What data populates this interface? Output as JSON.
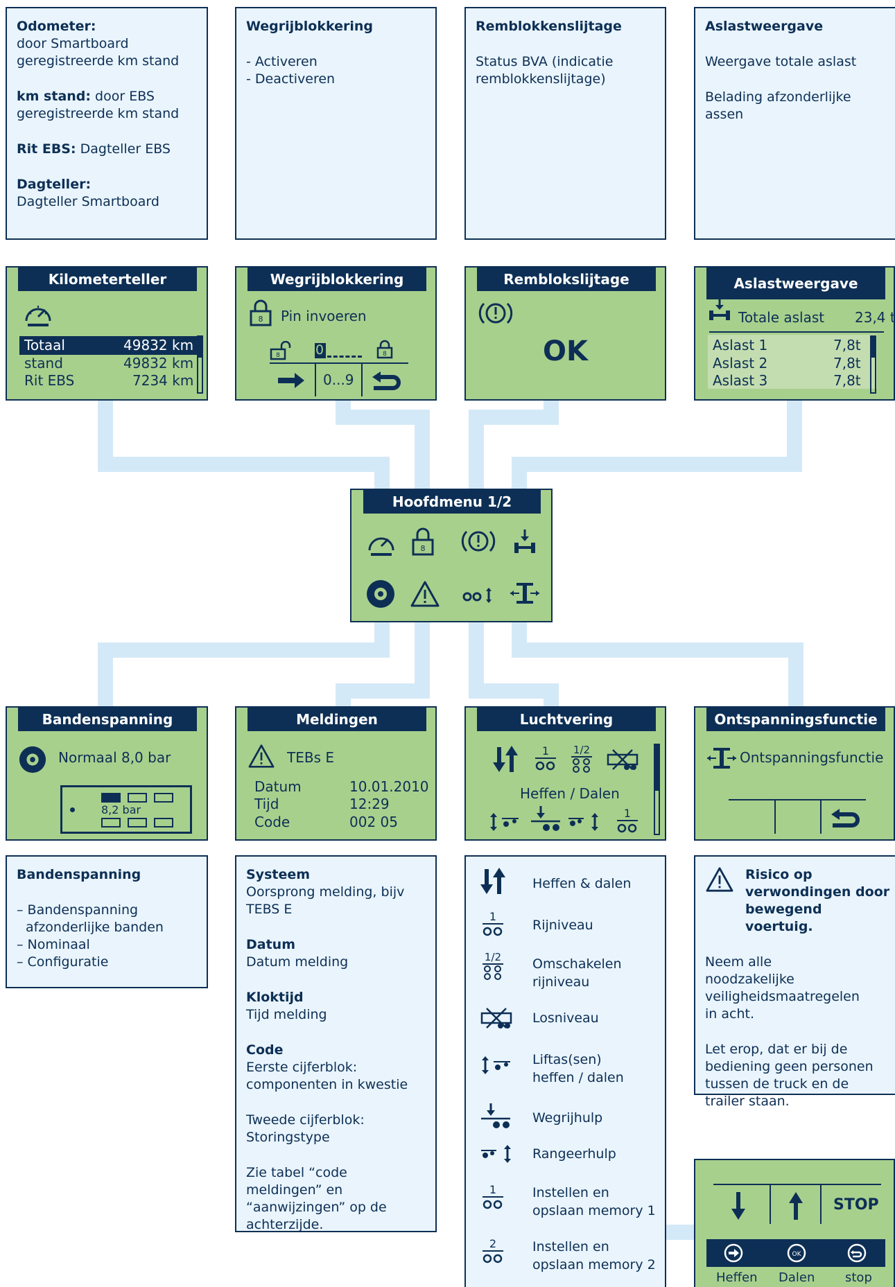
{
  "top_boxes": {
    "odometer": {
      "entries": [
        {
          "label": "Odometer:",
          "text": "door Smartboard geregistreerde km stand"
        },
        {
          "label": "km stand:",
          "text": "door EBS geregistreerde km stand"
        },
        {
          "label": "Rit EBS:",
          "text": "Dagteller EBS"
        },
        {
          "label": "Dagteller:",
          "text": "Dagteller Smartboard"
        }
      ]
    },
    "wegrij": {
      "title": "Wegrijblokkering",
      "lines": [
        "- Activeren",
        "- Deactiveren"
      ]
    },
    "remblok": {
      "title": "Remblokkenslijtage",
      "text": "Status BVA (indicatie remblokkenslijtage)"
    },
    "aslast": {
      "title": "Aslastweergave",
      "lines": [
        "Weergave totale aslast",
        "Belading afzonderlijke assen"
      ]
    }
  },
  "screens": {
    "kilometer": {
      "title": "Kilometerteller",
      "rows": [
        {
          "label": "Totaal",
          "value": "49832 km"
        },
        {
          "label": "stand",
          "value": "49832 km"
        },
        {
          "label": "Rit EBS",
          "value": "7234 km"
        }
      ]
    },
    "wegrij": {
      "title": "Wegrijblokkering",
      "prompt": "Pin invoeren",
      "pin": "0",
      "range": "0...9"
    },
    "remblok": {
      "title": "Remblokslijtage",
      "status": "OK"
    },
    "aslast": {
      "title": "Aslastweergave",
      "total_label": "Totale aslast",
      "total_value": "23,4 t",
      "rows": [
        {
          "label": "Aslast 1",
          "value": "7,8t"
        },
        {
          "label": "Aslast 2",
          "value": "7,8t"
        },
        {
          "label": "Aslast 3",
          "value": "7,8t"
        }
      ]
    },
    "hoofdmenu": {
      "title": "Hoofdmenu 1/2"
    },
    "banden": {
      "title": "Bandenspanning",
      "status": "Normaal 8,0 bar",
      "pressure": "8,2 bar"
    },
    "meldingen": {
      "title": "Meldingen",
      "source": "TEBs E",
      "rows": [
        {
          "label": "Datum",
          "value": "10.01.2010"
        },
        {
          "label": "Tijd",
          "value": "12:29"
        },
        {
          "label": "Code",
          "value": "002  05"
        }
      ]
    },
    "lucht": {
      "title": "Luchtvering",
      "caption": "Heffen / Dalen",
      "frac1": "1",
      "frac_half": "1/2"
    },
    "ontspanning": {
      "title": "Ontspanningsfunctie",
      "label": "Ontspanningsfunctie"
    },
    "remote": {
      "stop": "STOP",
      "ok": "OK",
      "labels": [
        "Heffen",
        "Dalen",
        "stop"
      ]
    }
  },
  "bottom_boxes": {
    "banden": {
      "title": "Bandenspanning",
      "lines": [
        "– Bandenspanning",
        "afzonderlijke banden",
        "– Nominaal",
        "– Configuratie"
      ]
    },
    "meldingen": {
      "entries": [
        {
          "label": "Systeem",
          "text": "Oorsprong melding, bijv TEBS E"
        },
        {
          "label": "Datum",
          "text": "Datum melding"
        },
        {
          "label": "Kloktijd",
          "text": "Tijd melding"
        },
        {
          "label": "Code",
          "text": "Eerste cijferblok: componenten in kwestie"
        }
      ],
      "extra": [
        "Tweede cijferblok: Storingstype",
        "Zie tabel “code meldingen” en “aanwijzingen” op de achterzijde."
      ]
    },
    "lucht_legend": [
      {
        "icon": "lift-lower-icon",
        "text": "Heffen & dalen"
      },
      {
        "icon": "ride-level-1-icon",
        "text": "Rijniveau",
        "num": "1"
      },
      {
        "icon": "ride-level-half-icon",
        "text": "Omschakelen rijniveau",
        "num": "1/2"
      },
      {
        "icon": "unload-level-icon",
        "text": "Losniveau"
      },
      {
        "icon": "lift-axle-icon",
        "text": "Liftas(sen) heffen / dalen"
      },
      {
        "icon": "traction-help-icon",
        "text": "Wegrijhulp"
      },
      {
        "icon": "maneuver-help-icon",
        "text": "Rangeerhulp"
      },
      {
        "icon": "memory-1-icon",
        "text": "Instellen en opslaan memory 1",
        "num": "1"
      },
      {
        "icon": "memory-2-icon",
        "text": "Instellen en opslaan memory 2",
        "num": "2"
      }
    ],
    "warning": {
      "title": "Risico op verwondingen door bewegend voertuig.",
      "texts": [
        "Neem alle noodzakelijke veiligheidsmaatregelen in acht.",
        "Let erop, dat er bij de bediening geen personen tussen de truck en de trailer staan."
      ]
    }
  },
  "colors": {
    "navy": "#0d2f55",
    "screen_green": "#a8d08d",
    "box_bg": "#e9f4fc",
    "connector": "#d4e9f7"
  }
}
